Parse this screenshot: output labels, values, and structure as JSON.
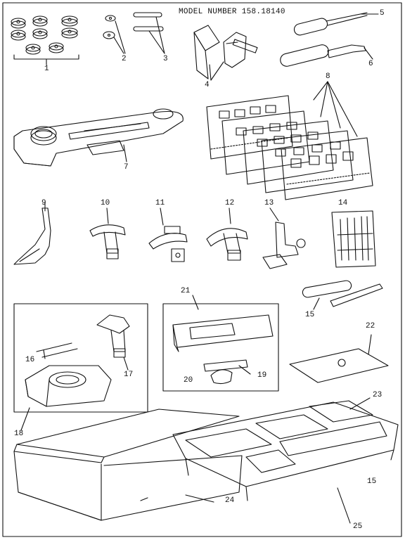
{
  "header": {
    "model_number": "MODEL NUMBER 158.18140"
  },
  "page_number": "15",
  "callouts": [
    {
      "id": "c1",
      "text": "1"
    },
    {
      "id": "c2",
      "text": "2"
    },
    {
      "id": "c3",
      "text": "3"
    },
    {
      "id": "c4",
      "text": "4"
    },
    {
      "id": "c5",
      "text": "5"
    },
    {
      "id": "c6",
      "text": "6"
    },
    {
      "id": "c7",
      "text": "7"
    },
    {
      "id": "c8",
      "text": "8"
    },
    {
      "id": "c9",
      "text": "9"
    },
    {
      "id": "c10",
      "text": "10"
    },
    {
      "id": "c11",
      "text": "11"
    },
    {
      "id": "c12",
      "text": "12"
    },
    {
      "id": "c13",
      "text": "13"
    },
    {
      "id": "c14",
      "text": "14"
    },
    {
      "id": "c15",
      "text": "15"
    },
    {
      "id": "c16",
      "text": "16"
    },
    {
      "id": "c17",
      "text": "17"
    },
    {
      "id": "c18",
      "text": "18"
    },
    {
      "id": "c19",
      "text": "19"
    },
    {
      "id": "c20",
      "text": "20"
    },
    {
      "id": "c21",
      "text": "21"
    },
    {
      "id": "c22",
      "text": "22"
    },
    {
      "id": "c23",
      "text": "23"
    },
    {
      "id": "c24",
      "text": "24"
    },
    {
      "id": "c25",
      "text": "25"
    }
  ],
  "colors": {
    "ink": "#111111",
    "paper": "#ffffff"
  }
}
